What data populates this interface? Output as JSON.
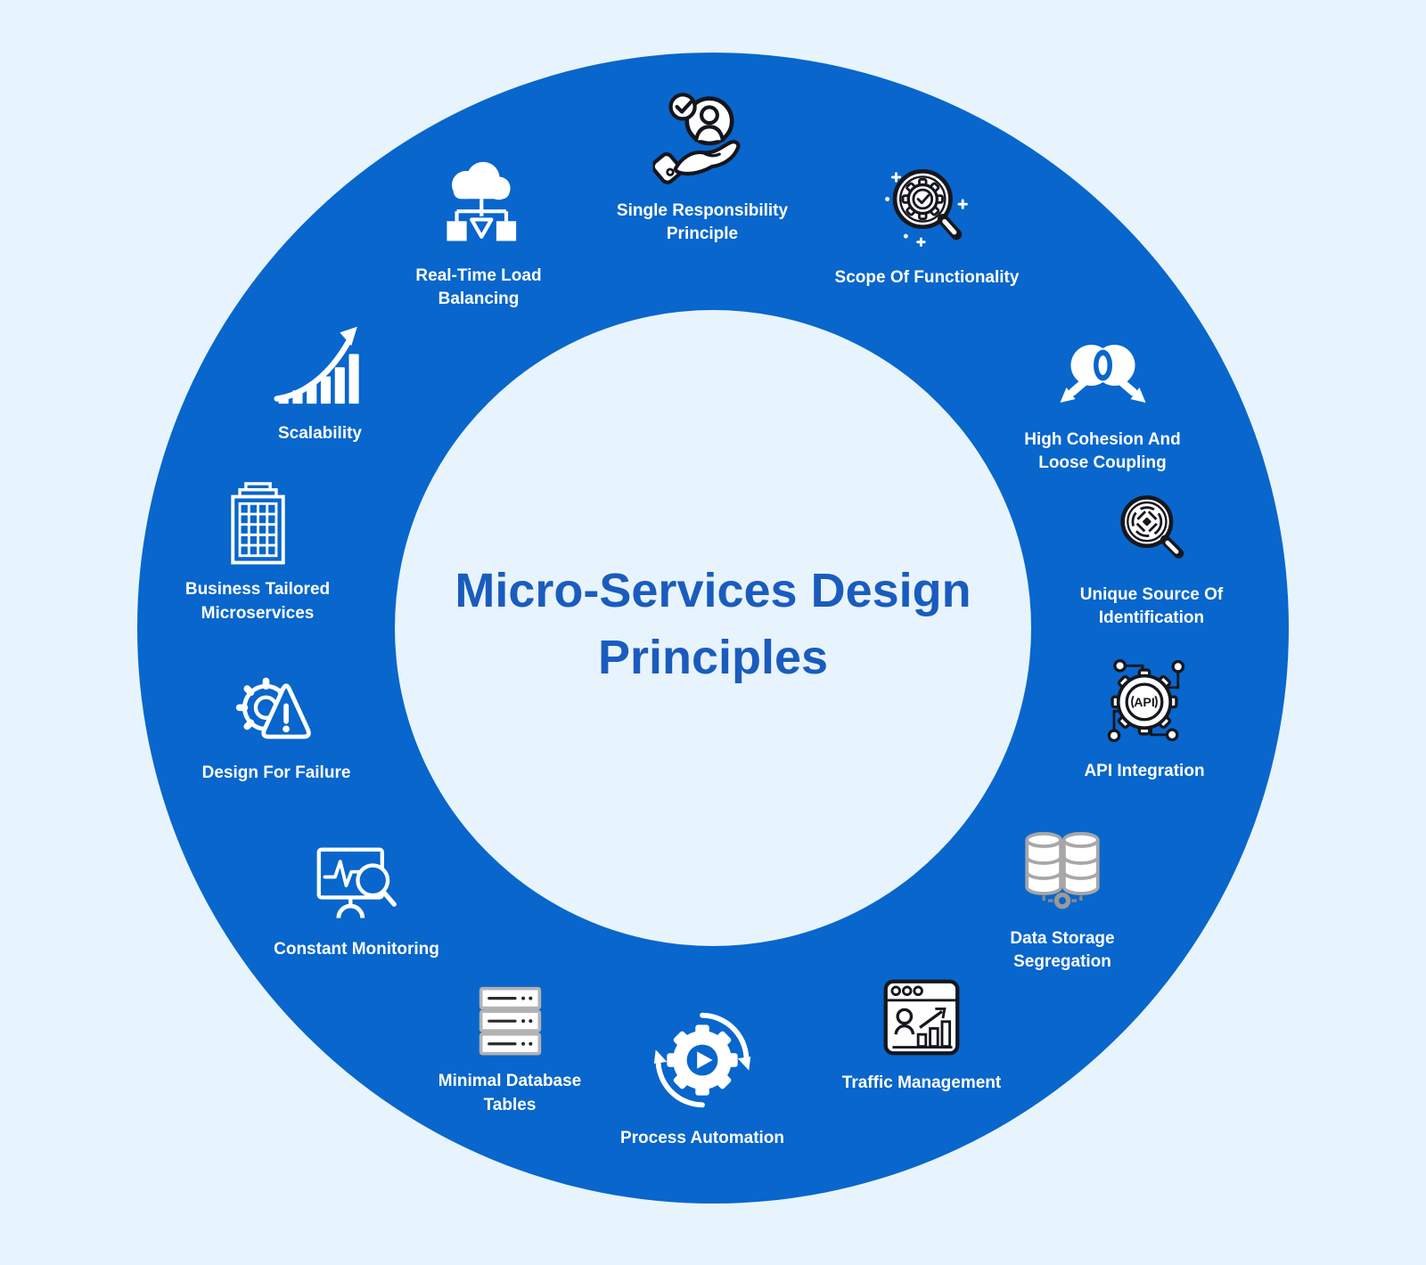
{
  "title": "Micro-Services Design Principles",
  "colors": {
    "ring": "#0866CC",
    "background": "#E8F4FD",
    "title_text": "#1A5CBE",
    "label_text": "#FFFFFF"
  },
  "items": [
    {
      "label": "Single Responsibility Principle",
      "icon": "hand-person-check-icon"
    },
    {
      "label": "Scope Of Functionality",
      "icon": "magnifier-gear-check-icon"
    },
    {
      "label": "High Cohesion And Loose Coupling",
      "icon": "overlapping-circles-arrows-icon"
    },
    {
      "label": "Unique Source Of Identification",
      "icon": "magnifier-maze-icon"
    },
    {
      "label": "API Integration",
      "icon": "api-gear-circuit-icon"
    },
    {
      "label": "Data Storage Segregation",
      "icon": "database-cylinders-icon"
    },
    {
      "label": "Traffic Management",
      "icon": "browser-user-chart-icon"
    },
    {
      "label": "Process Automation",
      "icon": "gear-play-cycle-icon"
    },
    {
      "label": "Minimal Database Tables",
      "icon": "server-rack-icon"
    },
    {
      "label": "Constant Monitoring",
      "icon": "monitor-pulse-magnifier-icon"
    },
    {
      "label": "Design For Failure",
      "icon": "gear-warning-triangle-icon"
    },
    {
      "label": "Business Tailored Microservices",
      "icon": "office-building-icon"
    },
    {
      "label": "Scalability",
      "icon": "growth-bars-arrow-icon"
    },
    {
      "label": "Real-Time Load Balancing",
      "icon": "cloud-network-icon"
    }
  ]
}
